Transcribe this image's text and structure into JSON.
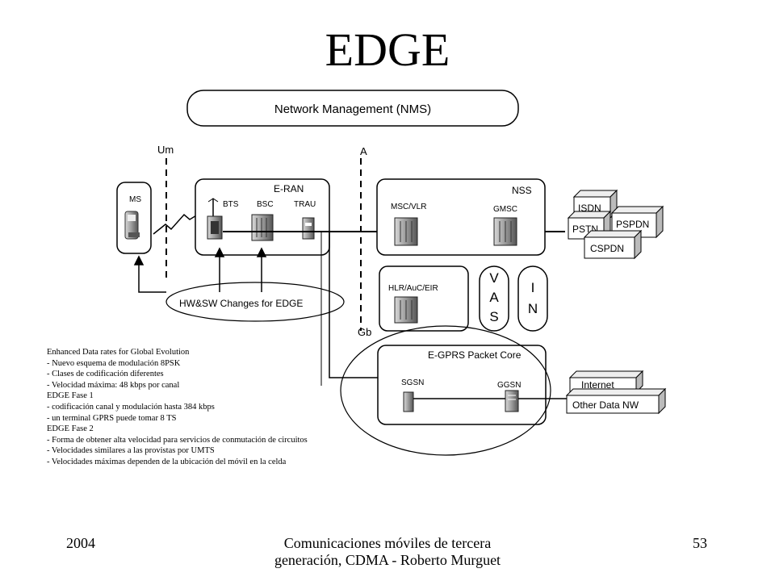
{
  "slide": {
    "title": "EDGE",
    "footer_year": "2004",
    "footer_center": "Comunicaciones móviles de tercera generación, CDMA - Roberto Murguet",
    "page_number": "53"
  },
  "diagram": {
    "nms_label": "Network Management (NMS)",
    "interface_um": "Um",
    "interface_a": "A",
    "interface_gb": "Gb",
    "ms_label": "MS",
    "eran_label": "E-RAN",
    "bts_label": "BTS",
    "bsc_label": "BSC",
    "trau_label": "TRAU",
    "nss_label": "NSS",
    "msc_label": "MSC/VLR",
    "gmsc_label": "GMSC",
    "hlr_label": "HLR/AuC/EIR",
    "vas_letters": [
      "V",
      "A",
      "S"
    ],
    "in_letters": [
      "I",
      "N"
    ],
    "hwsw_label": "HW&SW Changes for EDGE",
    "egprs_label": "E-GPRS Packet Core",
    "sgsn_label": "SGSN",
    "ggsn_label": "GGSN",
    "net_isdn": "ISDN",
    "net_pstn": "PSTN",
    "net_pspdn": "PSPDN",
    "net_cspdn": "CSPDN",
    "net_internet": "Internet",
    "net_other": "Other Data NW"
  },
  "notes": [
    "Enhanced Data rates for Global Evolution",
    "- Nuevo esquema de modulación 8PSK",
    "- Clases de codificación diferentes",
    "- Velocidad máxima: 48 kbps por canal",
    "EDGE  Fase 1",
    "- codificación canal y modulación  hasta 384 kbps",
    "- un terminal GPRS  puede tomar 8  TS",
    "EDGE  Fase 2",
    "- Forma de obtener alta velocidad para servicios  de conmutación de circuitos",
    "- Velocidades similares  a las provistas por UMTS",
    "- Velocidades máximas dependen de la ubicación del móvil en la celda"
  ]
}
